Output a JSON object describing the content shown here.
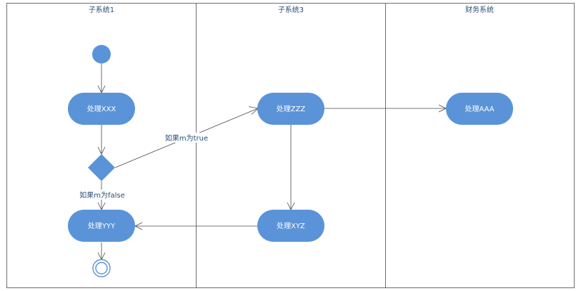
{
  "lanes": [
    {
      "title": "子系统1"
    },
    {
      "title": "子系统3"
    },
    {
      "title": "财务系统"
    }
  ],
  "nodes": {
    "process_xxx": "处理XXX",
    "process_yyy": "处理YYY",
    "process_zzz": "处理ZZZ",
    "process_xyz": "处理XYZ",
    "process_aaa": "处理AAA"
  },
  "edges": {
    "true_label": "如果m为true",
    "false_label": "如果m为false"
  },
  "colors": {
    "node_fill": "#5b93d8",
    "lane_title": "#2b4f78",
    "border": "#4a4a4a"
  }
}
